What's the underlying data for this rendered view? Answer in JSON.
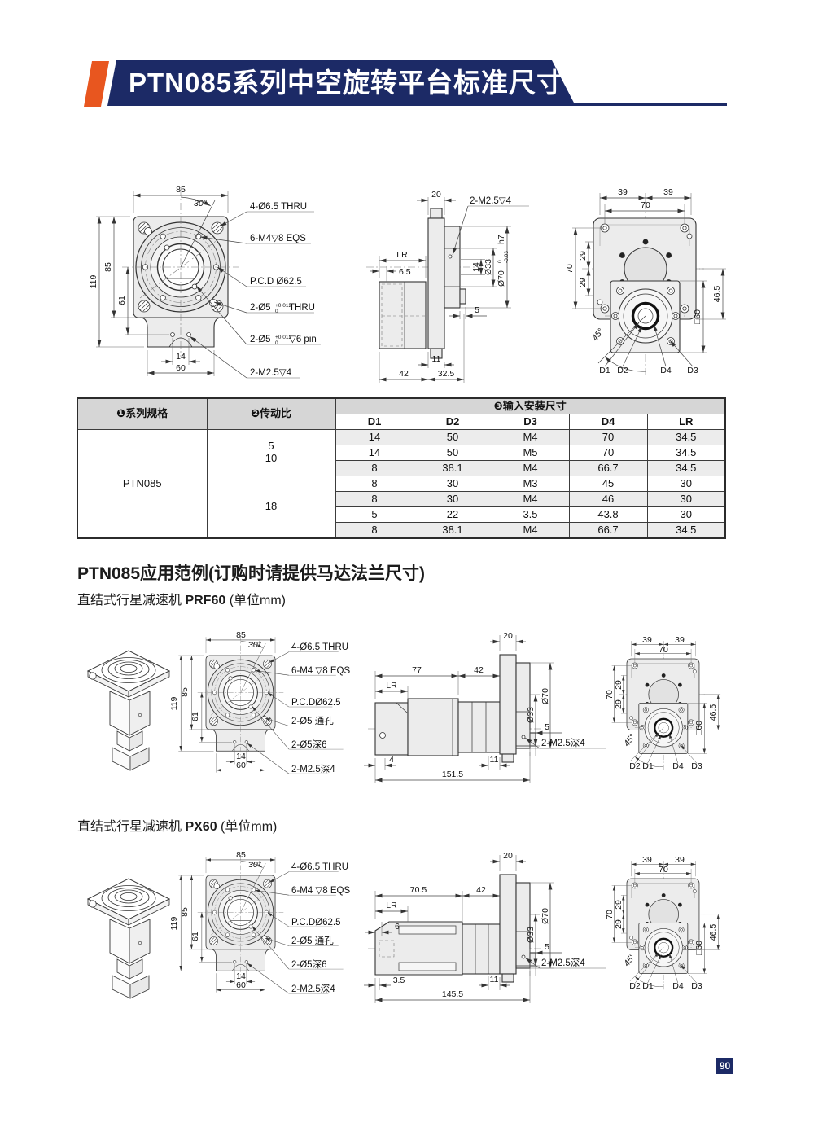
{
  "header": {
    "title": "PTN085系列中空旋转平台标准尺寸"
  },
  "page_number": "90",
  "colors": {
    "navy": "#1c2a66",
    "orange": "#e8561f",
    "line": "#333333",
    "shade": "#ececec"
  },
  "section": {
    "app_title": "PTN085应用范例(订购时请提供马达法兰尺寸)",
    "gearbox1_prefix": "直结式行星减速机 ",
    "gearbox1_model": "PRF60",
    "gearbox1_unit": " (单位mm)",
    "gearbox2_prefix": "直结式行星减速机 ",
    "gearbox2_model": "PX60",
    "gearbox2_unit": " (单位mm)"
  },
  "table": {
    "col_series": "❶系列规格",
    "col_ratio": "❷传动比",
    "col_input": "❸输入安装尺寸",
    "sub_headers": [
      "D1",
      "D2",
      "D3",
      "D4",
      "LR"
    ],
    "series": "PTN085",
    "ratio_group1": "5\n10",
    "ratio_group2": "18",
    "rows": [
      [
        "14",
        "50",
        "M4",
        "70",
        "34.5"
      ],
      [
        "14",
        "50",
        "M5",
        "70",
        "34.5"
      ],
      [
        "8",
        "38.1",
        "M4",
        "66.7",
        "34.5"
      ],
      [
        "8",
        "30",
        "M3",
        "45",
        "30"
      ],
      [
        "8",
        "30",
        "M4",
        "46",
        "30"
      ],
      [
        "5",
        "22",
        "3.5",
        "43.8",
        "30"
      ],
      [
        "8",
        "38.1",
        "M4",
        "66.7",
        "34.5"
      ]
    ]
  },
  "std": {
    "front": {
      "d85t": "85",
      "d30": "30°",
      "d119": "119",
      "d85l": "85",
      "d61": "61",
      "d14": "14",
      "d60": "60",
      "l1": "4-Ø6.5 THRU",
      "l2": "6-M4▽8 EQS",
      "l3": "P.C.D Ø62.5",
      "l4a": "2-Ø5",
      "l4sup": "+0.012",
      "l4sub": "0",
      "l4b": "THRU",
      "l5a": "2-Ø5",
      "l5sup": "+0.012",
      "l5sub": "0",
      "l5b": "▽6 pin",
      "l6": "2-M2.5▽4"
    },
    "side": {
      "d20": "20",
      "lm": "2-M2.5▽4",
      "dlr": "LR",
      "d65": "6.5",
      "d14": "14",
      "d33": "Ø33",
      "d70a": "Ø70",
      "tolt": "0",
      "tolb": "-0.03",
      "d70b": "h7",
      "d5": "5",
      "d11": "11",
      "d42": "42",
      "d325": "32.5"
    },
    "rear": {
      "d39a": "39",
      "d39b": "39",
      "d70t": "70",
      "d70l": "70",
      "d29a": "29",
      "d29b": "29",
      "d465": "46.5",
      "dsq": "□60",
      "d45": "45°",
      "p1": "D1",
      "p2": "D2",
      "p3": "D4",
      "p4": "D3"
    }
  },
  "prf": {
    "front": {
      "d85t": "85",
      "d30": "30°",
      "d119": "119",
      "d85l": "85",
      "d61": "61",
      "d14": "14",
      "d60": "60",
      "l1": "4-Ø6.5 THRU",
      "l2": "6-M4 ▽8 EQS",
      "l3": "P.C.DØ62.5",
      "l4": "2-Ø5 通孔",
      "l5": "2-Ø5深6",
      "l6": "2-M2.5深4"
    },
    "side": {
      "d20": "20",
      "d77": "77",
      "d42": "42",
      "dlr": "LR",
      "d33": "Ø33",
      "d70": "Ø70",
      "d5": "5",
      "lm": "2-M2.5深4",
      "d4": "4",
      "d11": "11",
      "dtot": "151.5"
    },
    "rear": {
      "d39a": "39",
      "d39b": "39",
      "d70t": "70",
      "d70l": "70",
      "d29a": "29",
      "d29b": "29",
      "d465": "46.5",
      "dsq": "□60",
      "d45": "45°",
      "p1": "D2",
      "p2": "D1",
      "p3": "D4",
      "p4": "D3"
    }
  },
  "px": {
    "front": {
      "d85t": "85",
      "d30": "30°",
      "d119": "119",
      "d85l": "85",
      "d61": "61",
      "d14": "14",
      "d60": "60",
      "l1": "4-Ø6.5 THRU",
      "l2": "6-M4 ▽8 EQS",
      "l3": "P.C.DØ62.5",
      "l4": "2-Ø5 通孔",
      "l5": "2-Ø5深6",
      "l6": "2-M2.5深4"
    },
    "side": {
      "d20": "20",
      "d705": "70.5",
      "d42": "42",
      "dlr": "LR",
      "d6": "6",
      "d33": "Ø33",
      "d70": "Ø70",
      "d5": "5",
      "lm": "2-M2.5深4",
      "d35": "3.5",
      "d11": "11",
      "dtot": "145.5"
    },
    "rear": {
      "d39a": "39",
      "d39b": "39",
      "d70t": "70",
      "d70l": "70",
      "d29a": "29",
      "d29b": "29",
      "d465": "46.5",
      "dsq": "□60",
      "d45": "45°",
      "p1": "D2",
      "p2": "D1",
      "p3": "D4",
      "p4": "D3"
    }
  }
}
